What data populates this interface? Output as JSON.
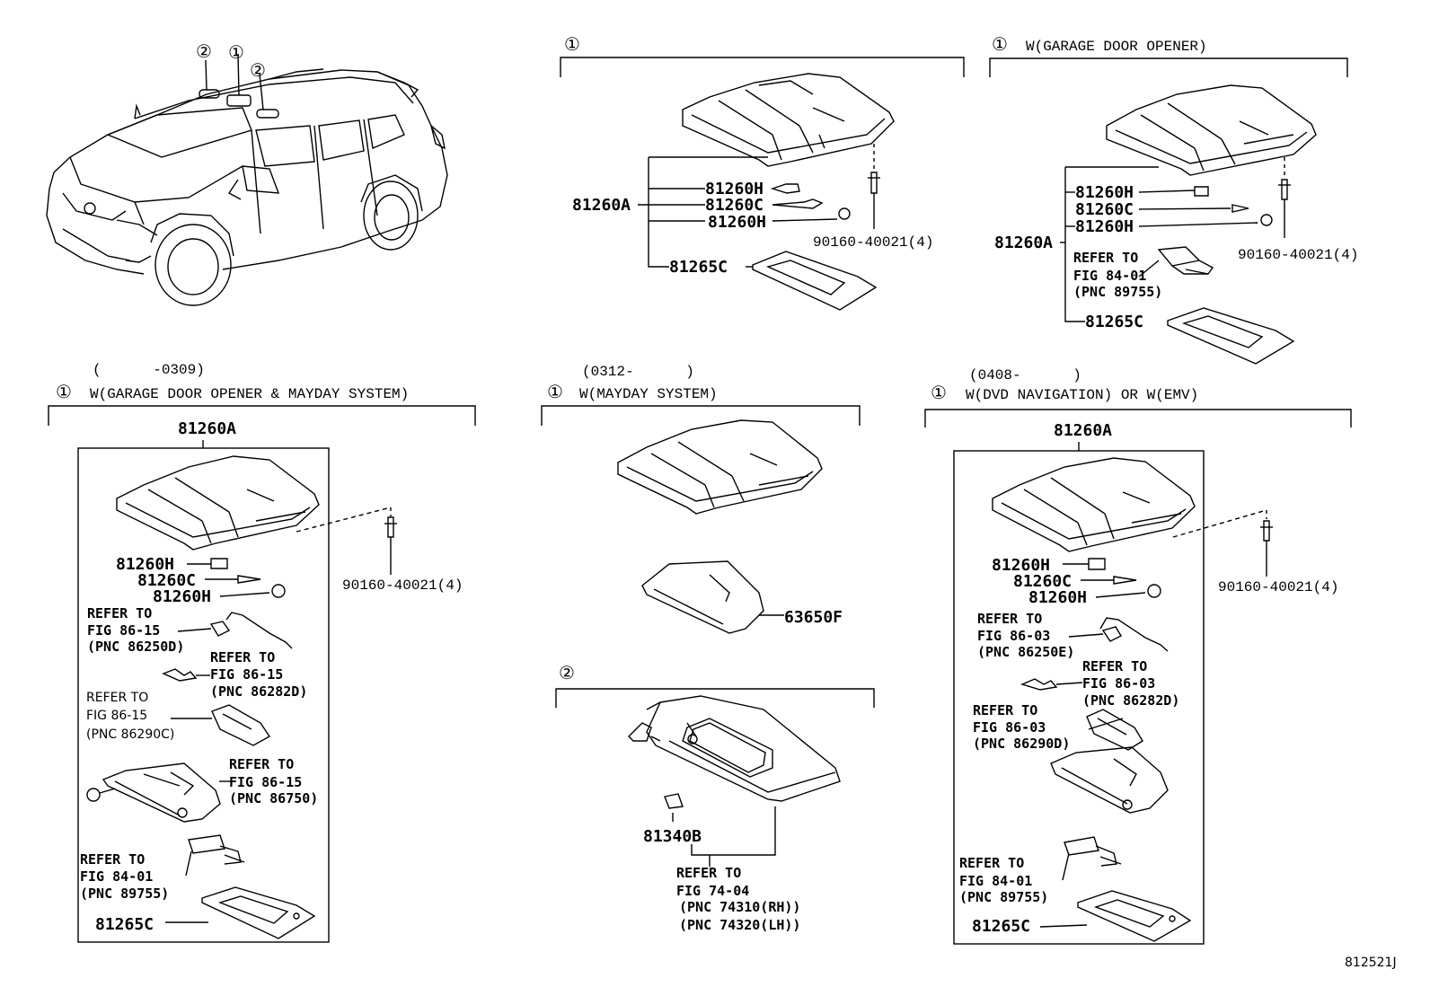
{
  "overview": {
    "markers": [
      "②",
      "①",
      "②"
    ]
  },
  "panel_a": {
    "marker": "①",
    "labels": {
      "p81260h_1": "81260H",
      "p81260a": "81260A",
      "p81260c": "81260C",
      "p81260h_2": "81260H",
      "screw": "90160-40021(4)",
      "p81265c": "81265C"
    }
  },
  "panel_b": {
    "marker": "①",
    "title": "W(GARAGE DOOR OPENER)",
    "labels": {
      "p81260h_1": "81260H",
      "p81260c": "81260C",
      "p81260h_2": "81260H",
      "p81260a": "81260A",
      "screw": "90160-40021(4)",
      "refer_1": "REFER TO",
      "refer_2": "FIG 84-01",
      "refer_3": "(PNC 89755)",
      "p81265c": "81265C"
    }
  },
  "panel_c": {
    "period": "(      -0309)",
    "marker": "①",
    "title": "W(GARAGE DOOR OPENER & MAYDAY SYSTEM)",
    "labels": {
      "p81260a": "81260A",
      "p81260h_1": "81260H",
      "p81260c": "81260C",
      "p81260h_2": "81260H",
      "screw": "90160-40021(4)",
      "r1_1": "REFER TO",
      "r1_2": "FIG 86-15",
      "r1_3": "(PNC 86250D)",
      "r2_1": "REFER TO",
      "r2_2": "FIG 86-15",
      "r2_3": "(PNC 86282D)",
      "r3_1": "REFER TO",
      "r3_2": "FIG 86-15",
      "r3_3": "(PNC 86290C)",
      "r4_1": "REFER TO",
      "r4_2": "FIG 86-15",
      "r4_3": "(PNC 86750)",
      "r5_1": "REFER TO",
      "r5_2": "FIG 84-01",
      "r5_3": "(PNC 89755)",
      "p81265c": "81265C"
    }
  },
  "panel_d": {
    "period": "(0312-      )",
    "marker": "①",
    "title": "W(MAYDAY SYSTEM)",
    "labels": {
      "p63650f": "63650F"
    }
  },
  "panel_e": {
    "marker": "②",
    "labels": {
      "p81340b": "81340B",
      "r1": "REFER TO",
      "r2": "FIG 74-04",
      "r3": "(PNC 74310(RH))",
      "r4": "(PNC 74320(LH))"
    }
  },
  "panel_f": {
    "period": "(0408-      )",
    "marker": "①",
    "title": "W(DVD NAVIGATION) OR W(EMV)",
    "labels": {
      "p81260a": "81260A",
      "p81260h_1": "81260H",
      "p81260c": "81260C",
      "p81260h_2": "81260H",
      "screw": "90160-40021(4)",
      "r1_1": "REFER TO",
      "r1_2": "FIG 86-03",
      "r1_3": "(PNC 86250E)",
      "r2_1": "REFER TO",
      "r2_2": "FIG 86-03",
      "r2_3": "(PNC 86282D)",
      "r3_1": "REFER TO",
      "r3_2": "FIG 86-03",
      "r3_3": "(PNC 86290D)",
      "r4_1": "REFER TO",
      "r4_2": "FIG 84-01",
      "r4_3": "(PNC 89755)",
      "p81265c": "81265C"
    }
  },
  "footer": {
    "figure_code": "812521J"
  }
}
